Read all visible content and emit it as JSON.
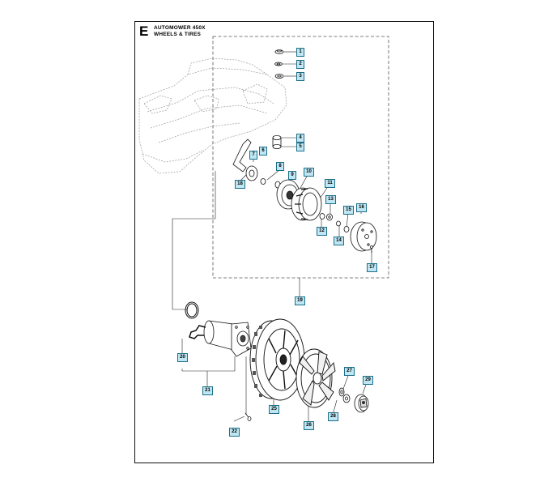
{
  "header": {
    "section_letter": "E",
    "model": "AUTOMOWER 450X",
    "group": "WHEELS & TIRES"
  },
  "callouts": [
    "1",
    "2",
    "3",
    "4",
    "5",
    "6",
    "7",
    "8",
    "9",
    "10",
    "11",
    "12",
    "13",
    "14",
    "15",
    "16",
    "17",
    "18",
    "19",
    "20",
    "21",
    "22",
    "25",
    "26",
    "27",
    "28",
    "29"
  ],
  "colors": {
    "callout_fill": "#bfe6f2",
    "callout_border": "#1a6f8a",
    "line": "#222222",
    "ghost_line": "#9a9a9a"
  }
}
